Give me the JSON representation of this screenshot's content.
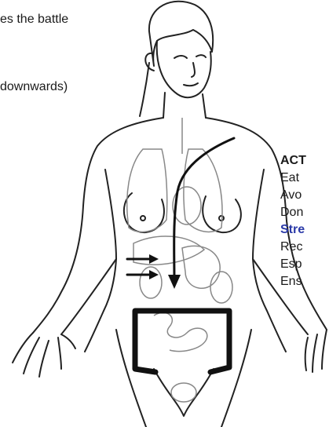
{
  "captions": {
    "line1": "es the battle",
    "line2": "downwards)"
  },
  "actions": {
    "heading": "ACT",
    "items": [
      "Eat",
      "Avo",
      "Don",
      "Stre",
      "Rec",
      "Esp",
      "Ens"
    ],
    "highlight_color": "#2b3aa8"
  }
}
